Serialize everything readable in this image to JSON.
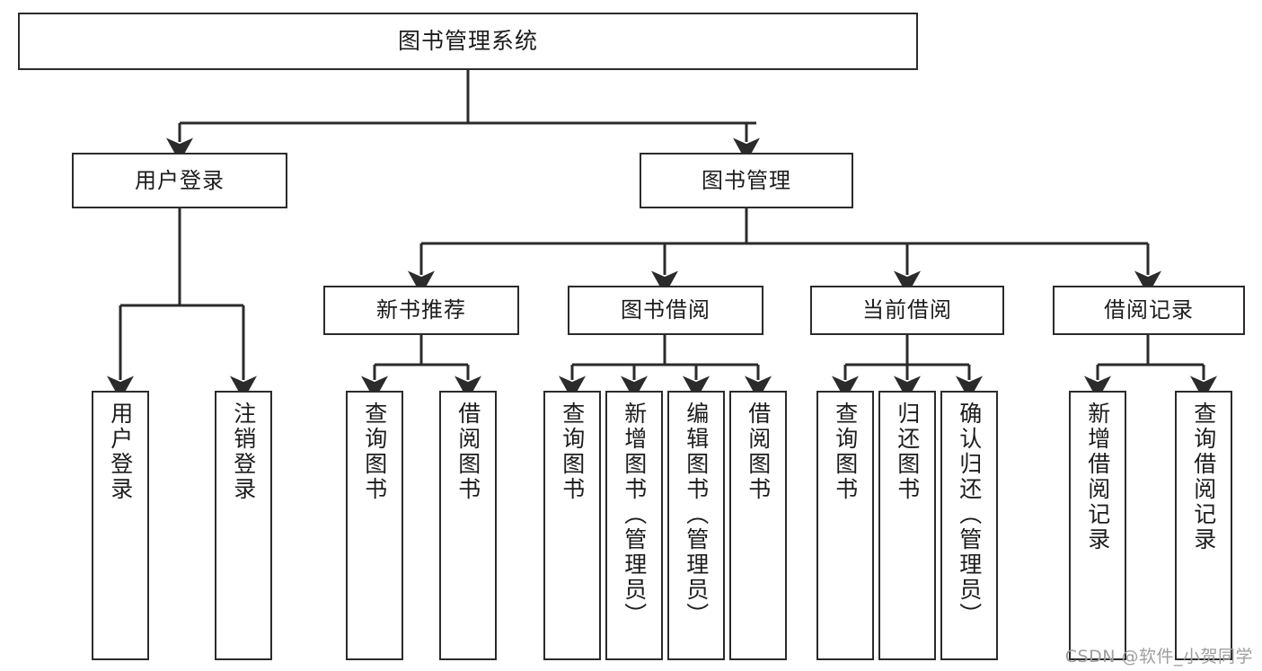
{
  "diagram": {
    "type": "tree",
    "title": "图书管理系统",
    "orientation": "top-down",
    "line_color": "#2b2b2b",
    "box_fill": "#ffffff",
    "text_color": "#1c1c1c",
    "levels": 4
  },
  "nodes": {
    "root": {
      "label": "图书管理系统"
    },
    "level2": [
      {
        "label": "用户登录"
      },
      {
        "label": "图书管理"
      }
    ],
    "level3": [
      {
        "label": "新书推荐"
      },
      {
        "label": "图书借阅"
      },
      {
        "label": "当前借阅"
      },
      {
        "label": "借阅记录"
      }
    ],
    "leaves_user_login": [
      {
        "label": "用户登录"
      },
      {
        "label": "注销登录"
      }
    ],
    "leaves_new_book": [
      {
        "label": "查询图书"
      },
      {
        "label": "借阅图书"
      }
    ],
    "leaves_borrow": [
      {
        "label": "查询图书"
      },
      {
        "label": "新增图书（管理员）"
      },
      {
        "label": "编辑图书（管理员）"
      },
      {
        "label": "借阅图书"
      }
    ],
    "leaves_current": [
      {
        "label": "查询图书"
      },
      {
        "label": "归还图书"
      },
      {
        "label": "确认归还（管理员）"
      }
    ],
    "leaves_record": [
      {
        "label": "新增借阅记录"
      },
      {
        "label": "查询借阅记录"
      }
    ]
  },
  "watermark": {
    "text": "CSDN @软件_小贺同学"
  }
}
